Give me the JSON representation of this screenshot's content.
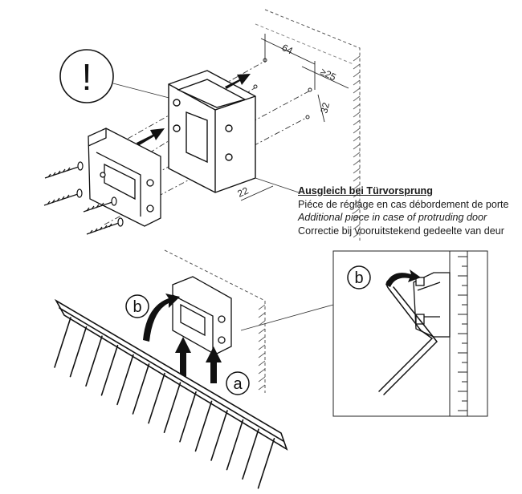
{
  "dimensions": {
    "spacing_64": "64",
    "clearance_25": "≥25",
    "offset_32": "32",
    "depth_22": "22"
  },
  "warning_symbol": "!",
  "step_labels": {
    "a": "a",
    "b": "b",
    "b_detail": "b"
  },
  "caption": {
    "de": "Ausgleich  bei Türvorsprung",
    "fr": "Piéce de réglage en cas débordement de porte",
    "en": "Additional piece in case of protruding door",
    "nl": "Correctie bij vooruitstekend gedeelte van deur"
  },
  "icons": [
    "warning-icon",
    "screw-icon",
    "arrow-icon",
    "curved-arrow-icon"
  ],
  "colors": {
    "line": "#1a1a1a",
    "hatch": "#555555",
    "fill": "#ffffff",
    "arrow": "#111111"
  }
}
